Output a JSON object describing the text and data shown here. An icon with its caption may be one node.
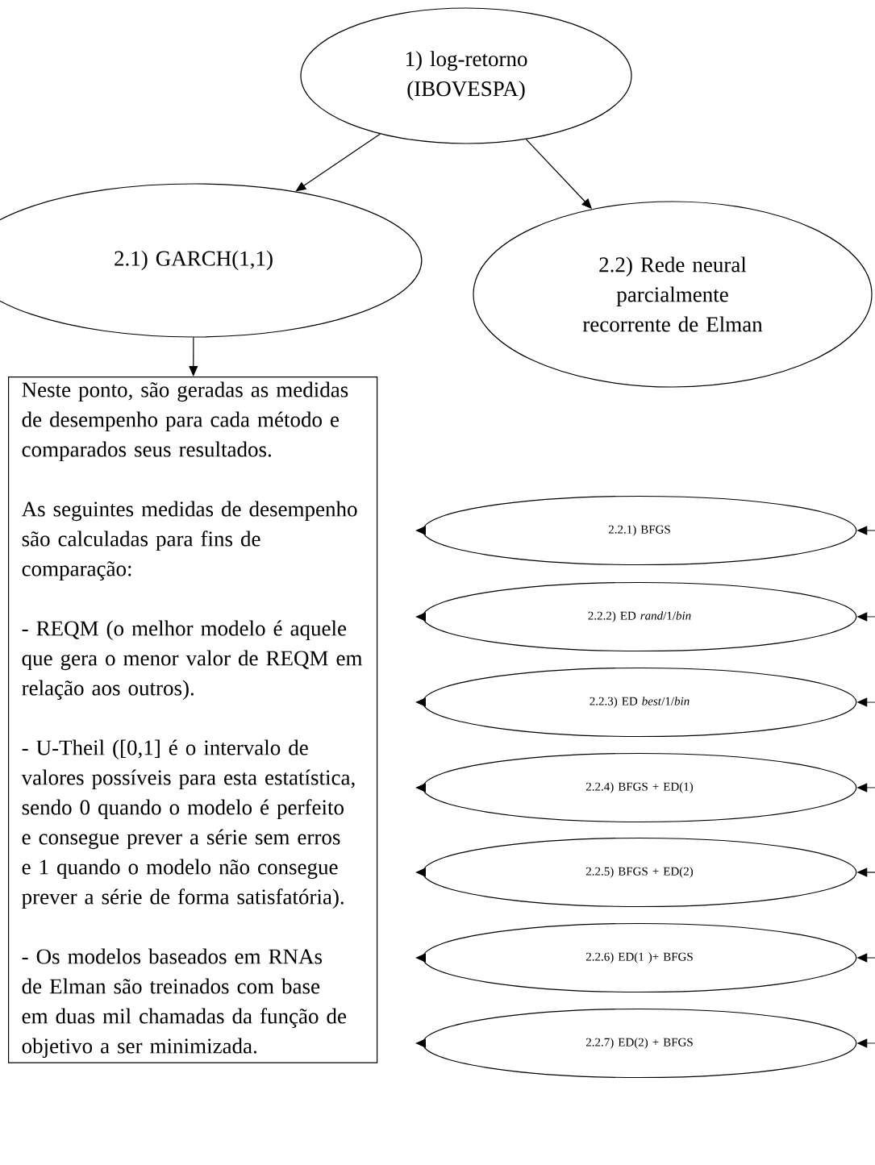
{
  "diagram": {
    "nodes": [
      {
        "text": [
          "1) log-retorno (IBOVESPA)"
        ]
      },
      {
        "text": [
          "2.1) GARCH(1,1)"
        ]
      },
      {
        "text": [
          "2.2) Rede neural parcialmente recorrente de  Elman"
        ]
      },
      {
        "text": [
          "Neste ponto, são geradas as medidas de desempenho para cada método e comparados seus resultados.",
          "As seguintes medidas de desempenho são calculadas para fins de comparação:",
          "- REQM (o melhor modelo é aquele que gera o menor valor de REQM em relação aos outros).",
          "- U-Theil ([0,1] é o intervalo de valores possíveis para esta estatística, sendo 0 quando o modelo é perfeito e consegue prever a série sem erros e 1 quando o modelo não consegue prever a série de forma satisfatória).",
          "- Os modelos baseados em RNAs de Elman são treinados com base em duas mil chamadas da função de objetivo a ser minimizada."
        ]
      },
      {
        "text": [
          "2.2.1) BFGS"
        ]
      },
      {
        "text": [
          "2.2.2) ED *rand*/1/*bin*"
        ]
      },
      {
        "text": [
          "2.2.3) ED *best*/1/*bin*"
        ]
      },
      {
        "text": [
          "2.2.4) BFGS + ED(1)"
        ]
      },
      {
        "text": [
          "2.2.5) BFGS + ED(2)"
        ]
      },
      {
        "text": [
          "2.2.6) ED(1 )+ BFGS"
        ]
      },
      {
        "text": [
          "2.2.7) ED(2) + BFGS"
        ]
      }
    ],
    "edges": [
      {
        "from": 0,
        "to": 1,
        "arrow": "to"
      },
      {
        "from": 0,
        "to": 2,
        "arrow": "to"
      },
      {
        "from": 1,
        "to": 3,
        "arrow": "to"
      },
      {
        "from": 4,
        "to": null,
        "arrow": "to"
      },
      {
        "from": null,
        "to": 4,
        "arrow": "to"
      },
      {
        "from": 5,
        "to": null,
        "arrow": "to"
      },
      {
        "from": null,
        "to": 5,
        "arrow": "to"
      },
      {
        "from": 6,
        "to": null,
        "arrow": "to"
      },
      {
        "from": null,
        "to": 6,
        "arrow": "to"
      },
      {
        "from": 7,
        "to": null,
        "arrow": "to"
      },
      {
        "from": null,
        "to": 7,
        "arrow": "to"
      },
      {
        "from": 8,
        "to": null,
        "arrow": "to"
      },
      {
        "from": null,
        "to": 8,
        "arrow": "to"
      },
      {
        "from": 9,
        "to": null,
        "arrow": "to"
      },
      {
        "from": null,
        "to": 9,
        "arrow": "to"
      },
      {
        "from": 10,
        "to": null,
        "arrow": "to"
      },
      {
        "from": null,
        "to": 10,
        "arrow": "to"
      }
    ]
  }
}
